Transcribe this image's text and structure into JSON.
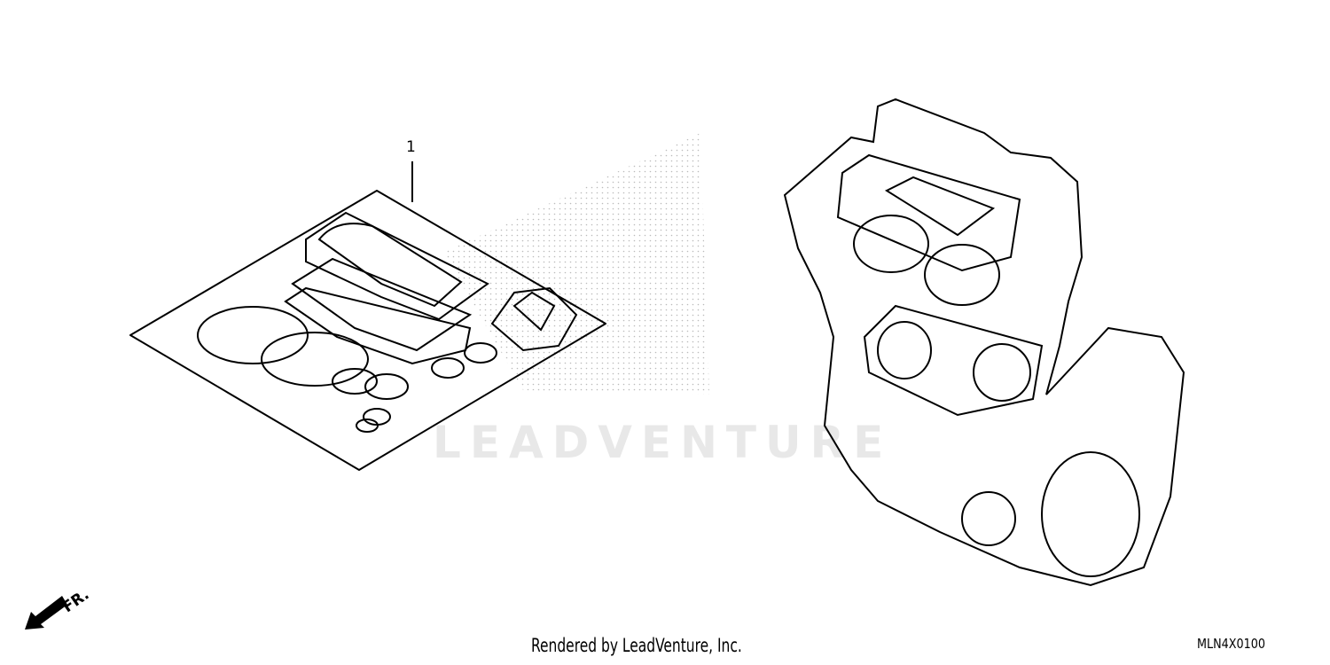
{
  "diagram": {
    "callouts": [
      {
        "label": "1",
        "part": "gasket-kit"
      }
    ],
    "direction_marker": "FR.",
    "watermark": "LEADVENTURE",
    "footer_text": "Rendered by LeadVenture, Inc.",
    "diagram_code": "MLN4X0100"
  }
}
